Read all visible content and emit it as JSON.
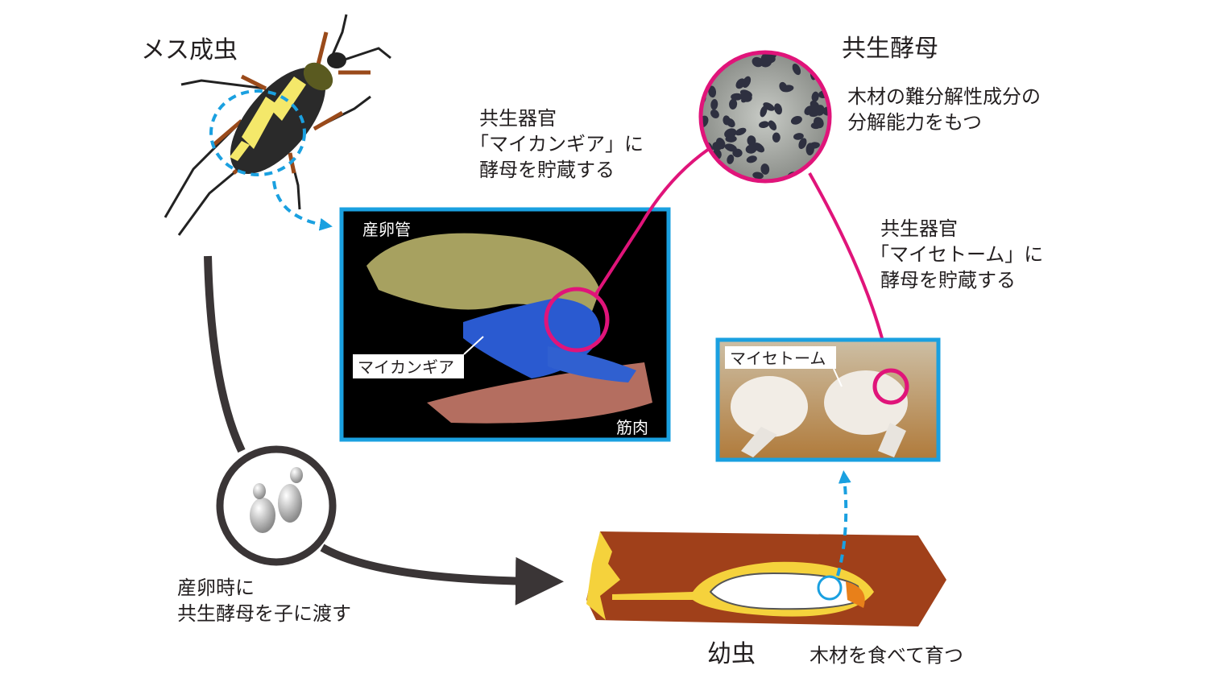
{
  "labels": {
    "adult_female": "メス成虫",
    "mycangia_note": [
      "共生器官",
      "「マイカンギア」に",
      "酵母を貯蔵する"
    ],
    "symbiotic_yeast": "共生酵母",
    "yeast_note": [
      "木材の難分解性成分の",
      "分解能力をもつ"
    ],
    "ovipositor": "産卵管",
    "mycangia": "マイカンギア",
    "muscle": "筋肉",
    "mycetome_note": [
      "共生器官",
      "「マイセトーム」に",
      "酵母を貯蔵する"
    ],
    "mycetome": "マイセトーム",
    "transfer_note": [
      "産卵時に",
      "共生酵母を子に渡す"
    ],
    "larva": "幼虫",
    "larva_note": "木材を食べて育つ"
  },
  "colors": {
    "accent_blue": "#1aa0e0",
    "accent_pink": "#e0147a",
    "arrow_dark": "#3a3536",
    "wood": "#a0401a",
    "wood_inner": "#f5d23c"
  }
}
